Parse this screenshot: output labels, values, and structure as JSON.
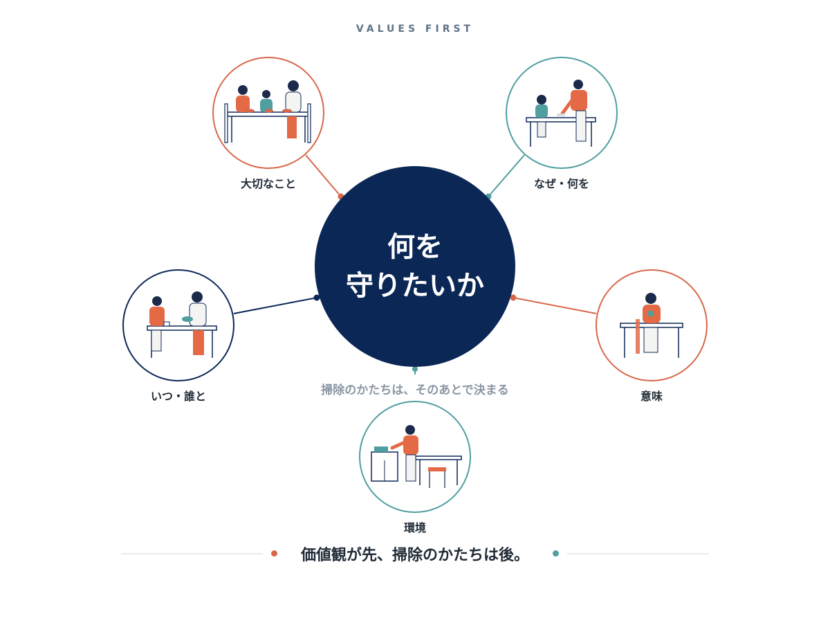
{
  "header": {
    "eyebrow": "VALUES FIRST"
  },
  "hub": {
    "line1": "何を",
    "line2": "守りたいか"
  },
  "nodes": {
    "top_left": {
      "label": "大切なこと",
      "illustration": "family-meal-icon",
      "color": "#d8674a"
    },
    "top_right": {
      "label": "なぜ・何を",
      "illustration": "wiping-table-icon",
      "color": "#4f9ea0"
    },
    "left": {
      "label": "いつ・誰と",
      "illustration": "serving-bowl-icon",
      "color": "#0b2756"
    },
    "right": {
      "label": "意味",
      "illustration": "drinking-tea-icon",
      "color": "#d8674a"
    },
    "bottom": {
      "label": "環境",
      "illustration": "tidying-room-icon",
      "color": "#4f9ea0"
    }
  },
  "subtext": "掃除のかたちは、そのあとで決まる",
  "footer": {
    "text": "価値観が先、掃除のかたちは後。"
  },
  "colors": {
    "navy": "#0b2756",
    "rust": "#d8674a",
    "teal": "#4f9ea0",
    "muted": "#8a96a3"
  }
}
